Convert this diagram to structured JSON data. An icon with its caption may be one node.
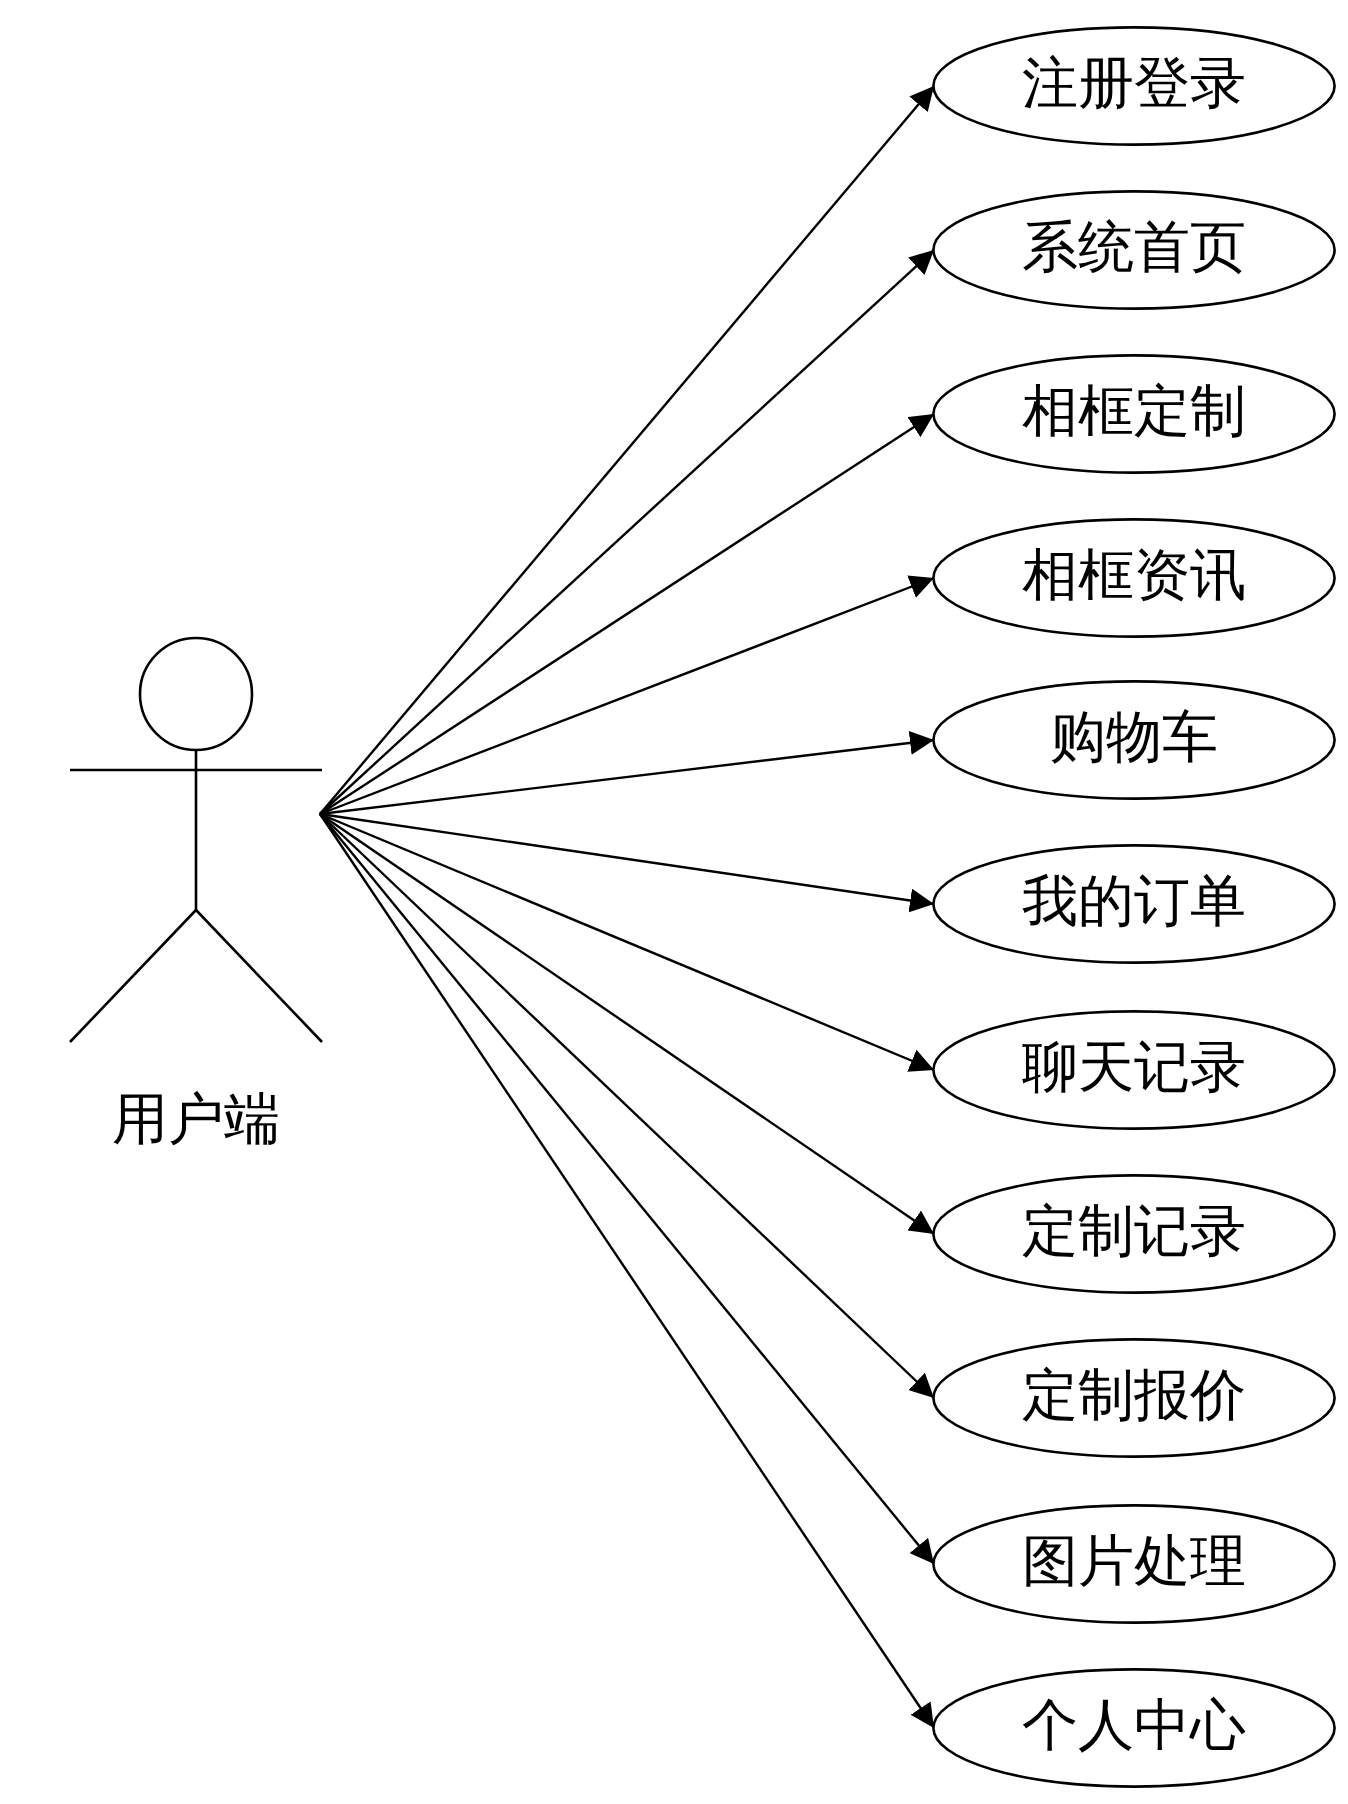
{
  "diagram": {
    "nodes": [
      {
        "text": [
          "用户端"
        ]
      },
      {
        "text": [
          "注册登录"
        ]
      },
      {
        "text": [
          "系统首页"
        ]
      },
      {
        "text": [
          "相框定制"
        ]
      },
      {
        "text": [
          "相框资讯"
        ]
      },
      {
        "text": [
          "购物车"
        ]
      },
      {
        "text": [
          "我的订单"
        ]
      },
      {
        "text": [
          "聊天记录"
        ]
      },
      {
        "text": [
          "定制记录"
        ]
      },
      {
        "text": [
          "定制报价"
        ]
      },
      {
        "text": [
          "图片处理"
        ]
      },
      {
        "text": [
          "个人中心"
        ]
      }
    ],
    "edges": [
      {
        "from": 0,
        "to": 1,
        "arrow": "to"
      },
      {
        "from": 0,
        "to": 2,
        "arrow": "to"
      },
      {
        "from": 0,
        "to": 3,
        "arrow": "to"
      },
      {
        "from": 0,
        "to": 4,
        "arrow": "to"
      },
      {
        "from": 0,
        "to": 5,
        "arrow": "to"
      },
      {
        "from": 0,
        "to": 6,
        "arrow": "to"
      },
      {
        "from": 0,
        "to": 7,
        "arrow": "to"
      },
      {
        "from": 0,
        "to": 8,
        "arrow": "to"
      },
      {
        "from": 0,
        "to": 9,
        "arrow": "to"
      },
      {
        "from": 0,
        "to": 10,
        "arrow": "to"
      },
      {
        "from": 0,
        "to": 11,
        "arrow": "to"
      }
    ]
  }
}
